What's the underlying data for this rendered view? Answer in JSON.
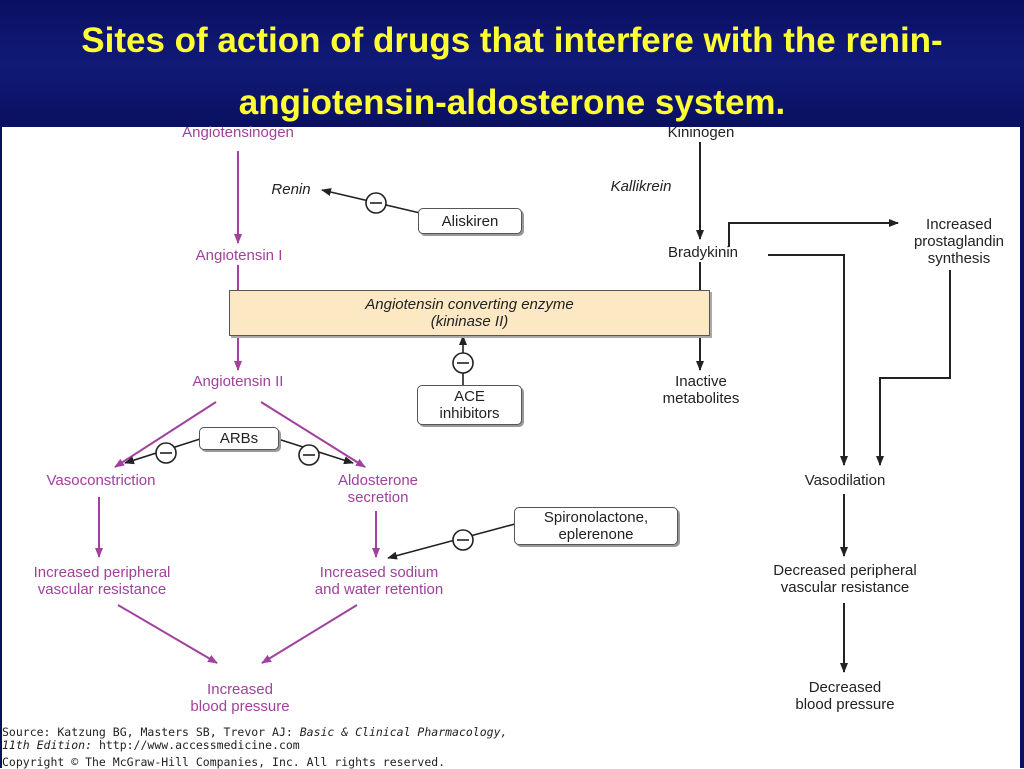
{
  "title": {
    "line1": "Sites of action of drugs that interfere with the renin-",
    "line2": "angiotensin-aldosterone system."
  },
  "nodes": {
    "angiotensinogen": "Angiotensinogen",
    "renin": "Renin",
    "aliskiren": "Aliskiren",
    "angiotensin_i": "Angiotensin I",
    "ace_line1": "Angiotensin converting enzyme",
    "ace_line2": "(kininase II)",
    "ace_inhibitors_line1": "ACE",
    "ace_inhibitors_line2": "inhibitors",
    "angiotensin_ii": "Angiotensin II",
    "arbs": "ARBs",
    "vasoconstriction": "Vasoconstriction",
    "aldosterone_line1": "Aldosterone",
    "aldosterone_line2": "secretion",
    "spironolactone_line1": "Spironolactone,",
    "spironolactone_line2": "eplerenone",
    "incr_periph_line1": "Increased peripheral",
    "incr_periph_line2": "vascular resistance",
    "incr_sodium_line1": "Increased sodium",
    "incr_sodium_line2": "and water retention",
    "incr_bp_line1": "Increased",
    "incr_bp_line2": "blood pressure",
    "kininogen": "Kininogen",
    "kallikrein": "Kallikrein",
    "bradykinin": "Bradykinin",
    "prostaglandin_line1": "Increased",
    "prostaglandin_line2": "prostaglandin",
    "prostaglandin_line3": "synthesis",
    "inactive_line1": "Inactive",
    "inactive_line2": "metabolites",
    "vasodilation": "Vasodilation",
    "decr_periph_line1": "Decreased peripheral",
    "decr_periph_line2": "vascular resistance",
    "decr_bp_line1": "Decreased",
    "decr_bp_line2": "blood pressure"
  },
  "source": {
    "line1_prefix": "Source: Katzung BG, Masters SB, Trevor AJ: ",
    "line1_book": "Basic & Clinical Pharmacology,",
    "line2_edition": "11th Edition:",
    "line2_url": " http://www.accessmedicine.com",
    "line3": "Copyright © The McGraw-Hill Companies, Inc. All rights reserved."
  },
  "colors": {
    "title_bg": "#0a1060",
    "title_text": "#ffff33",
    "angiotensin_pathway": "#a1419d",
    "kinin_pathway": "#222222",
    "ace_box_fill": "#fde8c4"
  }
}
